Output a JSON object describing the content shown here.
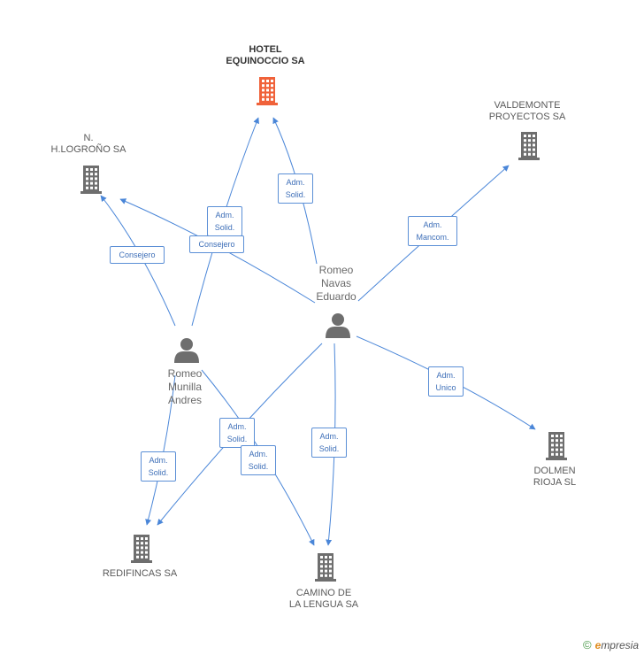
{
  "nodes": {
    "hotel": {
      "label": "HOTEL\nEQUINOCCIO SA",
      "type": "company",
      "color": "#f0623a"
    },
    "nlogrono": {
      "label": "N.\nH.LOGROÑO SA",
      "type": "company",
      "color": "#6e6e6e"
    },
    "valdemonte": {
      "label": "VALDEMONTE\nPROYECTOS SA",
      "type": "company",
      "color": "#6e6e6e"
    },
    "eduardo": {
      "label": "Romeo\nNavas\nEduardo",
      "type": "person",
      "color": "#6e6e6e"
    },
    "andres": {
      "label": "Romeo\nMunilla\nAndres",
      "type": "person",
      "color": "#6e6e6e"
    },
    "dolmen": {
      "label": "DOLMEN\nRIOJA SL",
      "type": "company",
      "color": "#6e6e6e"
    },
    "redifincas": {
      "label": "REDIFINCAS SA",
      "type": "company",
      "color": "#6e6e6e"
    },
    "camino": {
      "label": "CAMINO DE\nLA LENGUA SA",
      "type": "company",
      "color": "#6e6e6e"
    }
  },
  "edges": [
    {
      "id": "e1",
      "from": "andres",
      "to": "hotel",
      "label": "Adm.\nSolid."
    },
    {
      "id": "e2",
      "from": "eduardo",
      "to": "hotel",
      "label": "Adm.\nSolid."
    },
    {
      "id": "e3",
      "from": "andres",
      "to": "nlogrono",
      "label": "Consejero"
    },
    {
      "id": "e4",
      "from": "eduardo",
      "to": "nlogrono",
      "label": "Consejero"
    },
    {
      "id": "e5",
      "from": "eduardo",
      "to": "valdemonte",
      "label": "Adm.\nMancom."
    },
    {
      "id": "e6",
      "from": "eduardo",
      "to": "dolmen",
      "label": "Adm.\nUnico"
    },
    {
      "id": "e7",
      "from": "andres",
      "to": "redifincas",
      "label": "Adm.\nSolid."
    },
    {
      "id": "e8",
      "from": "eduardo",
      "to": "redifincas",
      "label": "Adm.\nSolid."
    },
    {
      "id": "e9",
      "from": "andres",
      "to": "camino",
      "label": "Adm.\nSolid."
    },
    {
      "id": "e10",
      "from": "eduardo",
      "to": "camino",
      "label": "Adm.\nSolid."
    }
  ],
  "edge_color": "#4a86d8",
  "footer": {
    "copyright": "©",
    "brand_initial": "e",
    "brand_rest": "mpresia"
  }
}
